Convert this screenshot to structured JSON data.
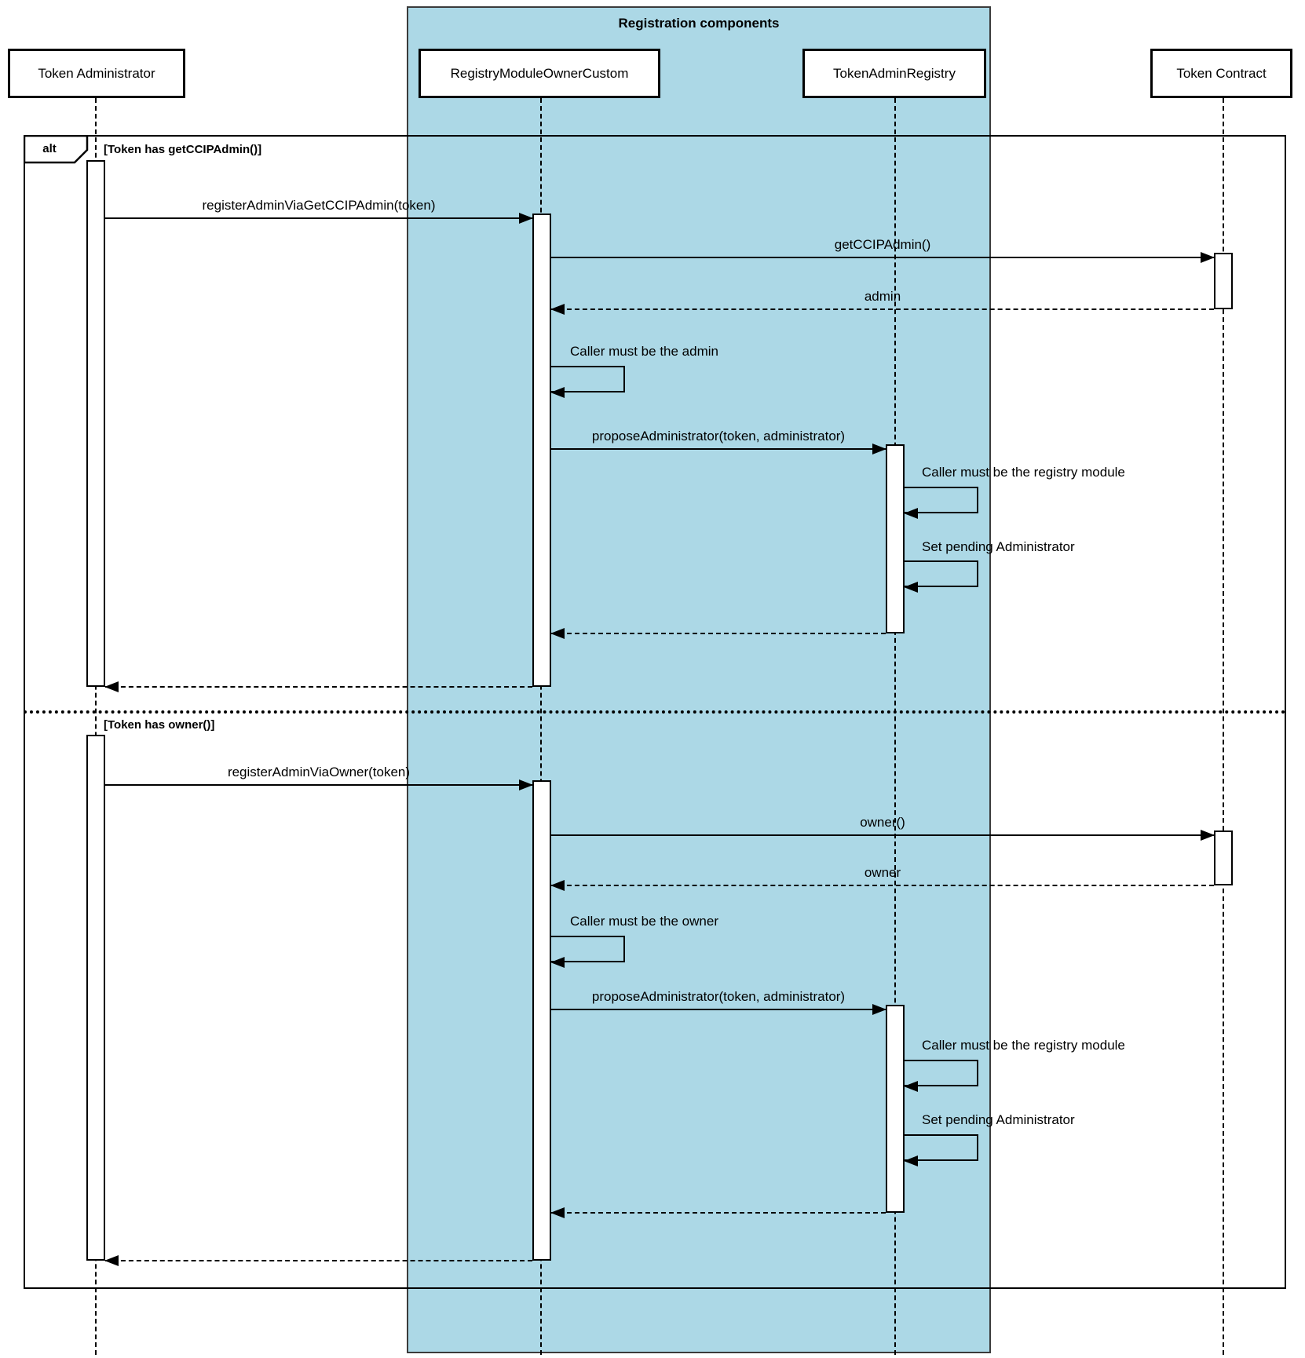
{
  "diagram": {
    "type": "uml-sequence",
    "group": {
      "title": "Registration components",
      "highlight_color": "#ACD8E6",
      "members": [
        "RegistryModuleOwnerCustom",
        "TokenAdminRegistry"
      ]
    },
    "participants": [
      {
        "name": "Token Administrator"
      },
      {
        "name": "RegistryModuleOwnerCustom"
      },
      {
        "name": "TokenAdminRegistry"
      },
      {
        "name": "Token Contract"
      }
    ],
    "frame": {
      "operator": "alt",
      "guards": [
        "[Token has getCCIPAdmin()]",
        "[Token has owner()]"
      ]
    },
    "branches": [
      {
        "guard": "[Token has getCCIPAdmin()]",
        "messages": [
          {
            "from": "Token Administrator",
            "to": "RegistryModuleOwnerCustom",
            "label": "registerAdminViaGetCCIPAdmin(token)",
            "style": "solid"
          },
          {
            "from": "RegistryModuleOwnerCustom",
            "to": "Token Contract",
            "label": "getCCIPAdmin()",
            "style": "solid"
          },
          {
            "from": "Token Contract",
            "to": "RegistryModuleOwnerCustom",
            "label": "admin",
            "style": "dashed-return"
          },
          {
            "self": "RegistryModuleOwnerCustom",
            "label": "Caller must be the admin",
            "style": "self"
          },
          {
            "from": "RegistryModuleOwnerCustom",
            "to": "TokenAdminRegistry",
            "label": "proposeAdministrator(token, administrator)",
            "style": "solid"
          },
          {
            "self": "TokenAdminRegistry",
            "label": "Caller must be the registry module",
            "style": "self"
          },
          {
            "self": "TokenAdminRegistry",
            "label": "Set pending Administrator",
            "style": "self"
          },
          {
            "from": "TokenAdminRegistry",
            "to": "RegistryModuleOwnerCustom",
            "label": "",
            "style": "dashed-return"
          },
          {
            "from": "RegistryModuleOwnerCustom",
            "to": "Token Administrator",
            "label": "",
            "style": "dashed-return"
          }
        ]
      },
      {
        "guard": "[Token has owner()]",
        "messages": [
          {
            "from": "Token Administrator",
            "to": "RegistryModuleOwnerCustom",
            "label": "registerAdminViaOwner(token)",
            "style": "solid"
          },
          {
            "from": "RegistryModuleOwnerCustom",
            "to": "Token Contract",
            "label": "owner()",
            "style": "solid"
          },
          {
            "from": "Token Contract",
            "to": "RegistryModuleOwnerCustom",
            "label": "owner",
            "style": "dashed-return"
          },
          {
            "self": "RegistryModuleOwnerCustom",
            "label": "Caller must be the owner",
            "style": "self"
          },
          {
            "from": "RegistryModuleOwnerCustom",
            "to": "TokenAdminRegistry",
            "label": "proposeAdministrator(token, administrator)",
            "style": "solid"
          },
          {
            "self": "TokenAdminRegistry",
            "label": "Caller must be the registry module",
            "style": "self"
          },
          {
            "self": "TokenAdminRegistry",
            "label": "Set pending Administrator",
            "style": "self"
          },
          {
            "from": "TokenAdminRegistry",
            "to": "RegistryModuleOwnerCustom",
            "label": "",
            "style": "dashed-return"
          },
          {
            "from": "RegistryModuleOwnerCustom",
            "to": "Token Administrator",
            "label": "",
            "style": "dashed-return"
          }
        ]
      }
    ],
    "colors": {
      "stroke": "#000000",
      "participant_fill": "#ffffff",
      "highlight": "#ACD8E6",
      "background": "#ffffff"
    }
  }
}
